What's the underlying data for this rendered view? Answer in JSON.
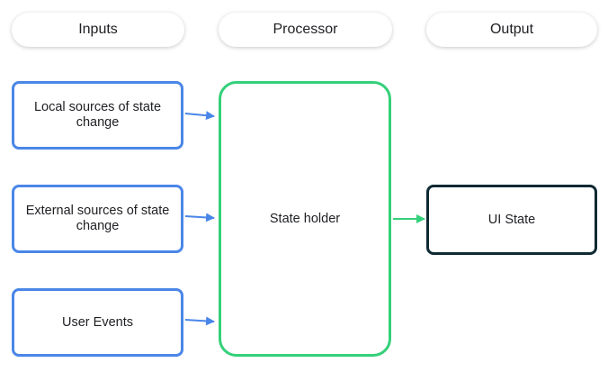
{
  "columns": {
    "inputs": "Inputs",
    "processor": "Processor",
    "output": "Output"
  },
  "inputs": {
    "local": "Local sources of state change",
    "external": "External sources of state change",
    "user_events": "User Events"
  },
  "processor": {
    "state_holder": "State holder"
  },
  "output": {
    "ui_state": "UI State"
  },
  "colors": {
    "input_border": "#4a86e8",
    "processor_border": "#34d07a",
    "output_border": "#0e2a33",
    "input_arrow": "#4a86e8",
    "output_arrow": "#34d07a"
  }
}
